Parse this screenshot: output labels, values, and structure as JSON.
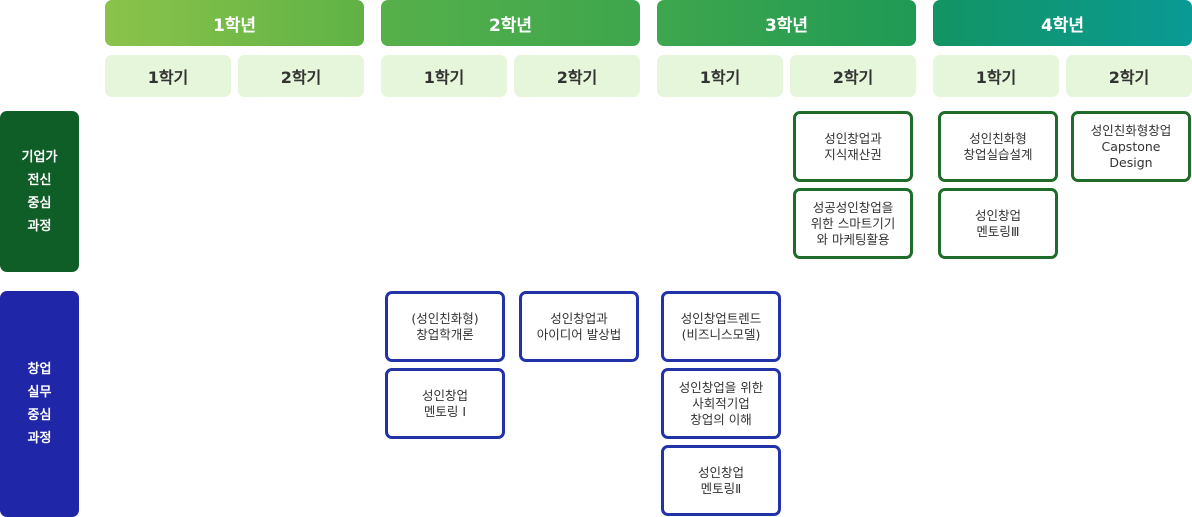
{
  "years": [
    {
      "label": "1학년",
      "gradient": "linear-gradient(90deg,#8bc34a,#5fb246)"
    },
    {
      "label": "2학년",
      "gradient": "linear-gradient(90deg,#56b04a,#3ea64d)"
    },
    {
      "label": "3학년",
      "gradient": "linear-gradient(90deg,#3ea64d,#1f9a55)"
    },
    {
      "label": "4학년",
      "gradient": "linear-gradient(90deg,#129463,#0a9a95)"
    }
  ],
  "semesters": [
    "1학기",
    "2학기",
    "1학기",
    "2학기",
    "1학기",
    "2학기",
    "1학기",
    "2학기"
  ],
  "tracks": {
    "enterprise": {
      "label": "기업가\n전신\n중심\n과정",
      "color": "#0f5e27"
    },
    "practice": {
      "label": "창업\n실무\n중심\n과정",
      "color": "#2026a8"
    }
  },
  "courses": {
    "y3s2_ip": "성인창업과\n지식재산권",
    "y3s2_smart": "성공성인창업을\n위한 스마트기기\n와 마케팅활용",
    "y4s1_design": "성인친화형\n창업실습설계",
    "y4s1_mentoring3": "성인창업\n멘토링Ⅲ",
    "y4s2_capstone": "성인친화형창업\nCapstone\nDesign",
    "y2s1_intro": "(성인친화형)\n창업학개론",
    "y2s1_mentoring1": "성인창업\n멘토링 Ⅰ",
    "y2s2_idea": "성인창업과\n아이디어 발상법",
    "y3s1_trend": "성인창업트렌드\n(비즈니스모델)",
    "y3s1_social": "성인창업을 위한\n사회적기업\n창업의 이해",
    "y3s1_mentoring2": "성인창업\n멘토링Ⅱ"
  }
}
